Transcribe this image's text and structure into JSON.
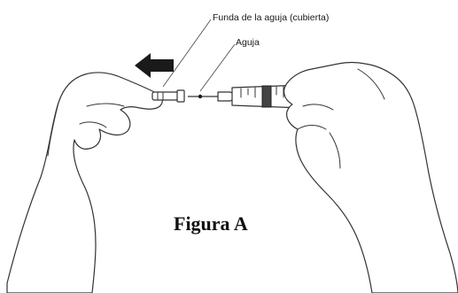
{
  "labels": {
    "needle_cap": "Funda de la aguja (cubierta)",
    "needle": "Aguja"
  },
  "caption": "Figura A",
  "icons": {
    "direction_arrow": "left-arrow-icon"
  },
  "colors": {
    "ink": "#333333",
    "arrow": "#1a1a1a",
    "background": "#ffffff"
  }
}
